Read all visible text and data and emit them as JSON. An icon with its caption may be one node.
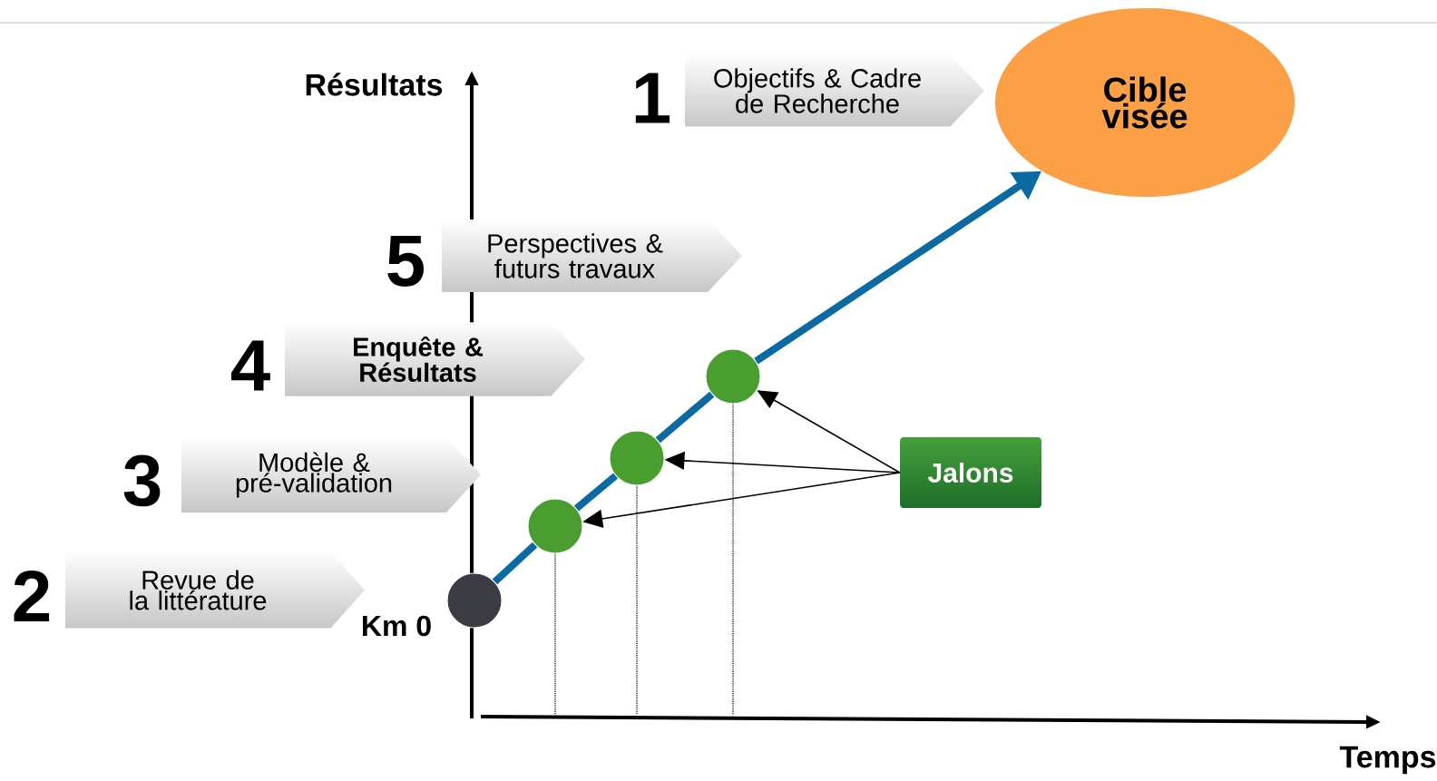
{
  "diagram": {
    "nodes": [
      {
        "text": [
          "Objectifs & Cadre de Recherche"
        ],
        "beside": [
          "1"
        ]
      },
      {
        "text": [
          "Cible visée"
        ]
      },
      {
        "text": [
          "Perspectives & futurs travaux"
        ],
        "beside": [
          "5"
        ]
      },
      {
        "text": [
          "Enquête & Résultats"
        ],
        "beside": [
          "4"
        ]
      },
      {
        "text": [
          "Modèle & pré-validation"
        ],
        "beside": [
          "3"
        ]
      },
      {
        "text": [
          "Revue de la littérature"
        ],
        "beside": [
          "2"
        ]
      },
      {
        "text": [],
        "shape": "circle",
        "beside": [
          "Km 0"
        ]
      },
      {
        "text": [],
        "shape": "circle"
      },
      {
        "text": [],
        "shape": "circle"
      },
      {
        "text": [],
        "shape": "circle"
      },
      {
        "text": [
          "Jalons"
        ]
      }
    ],
    "edges": [
      {
        "from": 6,
        "to": 7,
        "arrow": "none"
      },
      {
        "from": 7,
        "to": 8,
        "arrow": "none"
      },
      {
        "from": 8,
        "to": 9,
        "arrow": "none"
      },
      {
        "from": 9,
        "to": 1,
        "arrow": "to"
      },
      {
        "from": 10,
        "to": 9,
        "arrow": "to",
        "color": "#000000"
      },
      {
        "from": 10,
        "to": 8,
        "arrow": "to",
        "color": "#000000"
      },
      {
        "from": 10,
        "to": 7,
        "arrow": "to",
        "color": "#000000"
      }
    ],
    "labels": [
      "Résultats",
      "Temps"
    ]
  }
}
